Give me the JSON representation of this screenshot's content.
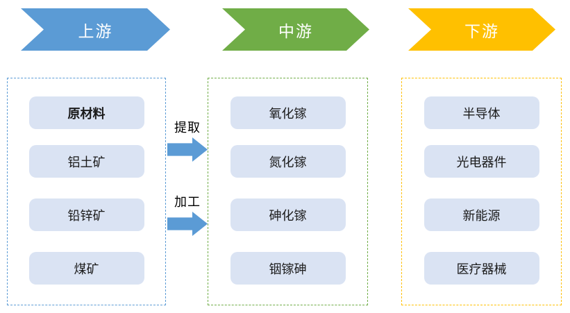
{
  "banners": [
    {
      "id": "upstream",
      "label": "上游",
      "color": "#5B9BD5"
    },
    {
      "id": "midstream",
      "label": "中游",
      "color": "#70AD47"
    },
    {
      "id": "downstream",
      "label": "下游",
      "color": "#FFC000"
    }
  ],
  "flow_labels": [
    {
      "label": "提取"
    },
    {
      "label": "加工"
    }
  ],
  "columns": [
    {
      "stage": "上游",
      "border_color": "#5B9BD5",
      "items": [
        "原材料",
        "铝土矿",
        "铅锌矿",
        "煤矿"
      ]
    },
    {
      "stage": "中游",
      "border_color": "#70AD47",
      "items": [
        "氧化镓",
        "氮化镓",
        "砷化镓",
        "铟镓砷"
      ]
    },
    {
      "stage": "下游",
      "border_color": "#FFC000",
      "items": [
        "半导体",
        "光电器件",
        "新能源",
        "医疗器械"
      ]
    }
  ],
  "colors": {
    "item_fill": "#DAE3F3",
    "arrow_blue": "#5B9BD5",
    "banner_text": "#FFFFFF",
    "item_text": "#1A1A1A"
  }
}
